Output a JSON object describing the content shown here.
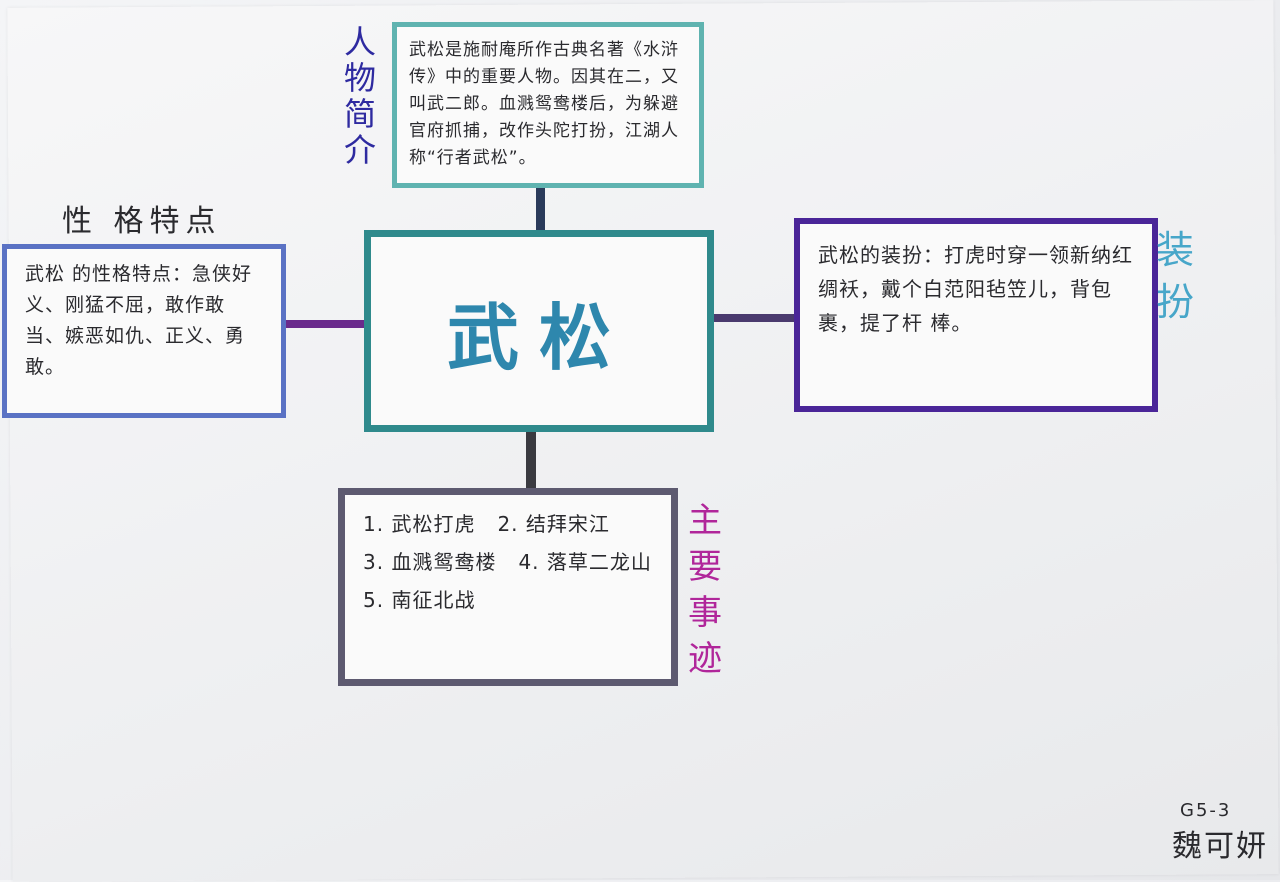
{
  "center": {
    "title": "武松"
  },
  "bio": {
    "label_chars": [
      "人",
      "物",
      "简",
      "介"
    ],
    "text": "武松是施耐庵所作古典名著《水浒传》中的重要人物。因其在二，又叫武二郎。血溅鸳鸯楼后，为躲避官府抓捕，改作头陀打扮，江湖人称“行者武松”。"
  },
  "personality": {
    "label": "性 格特点",
    "text": "武松 的性格特点：急侠好义、刚猛不屈，敢作敢当、嫉恶如仇、正义、勇敢。"
  },
  "outfit": {
    "label_chars": [
      "装",
      "扮"
    ],
    "text": "武松的装扮：打虎时穿一领新纳红绸袄，戴个白范阳毡笠儿，背包裹，提了杆 棒。"
  },
  "events": {
    "label_chars": [
      "主",
      "要",
      "事",
      "迹"
    ],
    "items": [
      "1. 武松打虎",
      "2. 结拜宋江",
      "3. 血溅鸳鸯楼",
      "4. 落草二龙山",
      "5. 南征北战"
    ]
  },
  "signature": {
    "code": "G5-3",
    "name": "魏可妍"
  },
  "colors": {
    "center_border": "#2f8a8c",
    "center_title": "#2e87ad",
    "bio_border": "#5fb3b0",
    "bio_label": "#2e2aa0",
    "personality_border": "#5a72c4",
    "outfit_border": "#4a2598",
    "outfit_label": "#47a6c9",
    "events_border": "#5d5a70",
    "events_label": "#b0269a",
    "connector_left": "#6a2a8c",
    "connector_top": "#2a3a5a",
    "connector_right": "#4a3a6e",
    "connector_bottom": "#3a3a40"
  }
}
